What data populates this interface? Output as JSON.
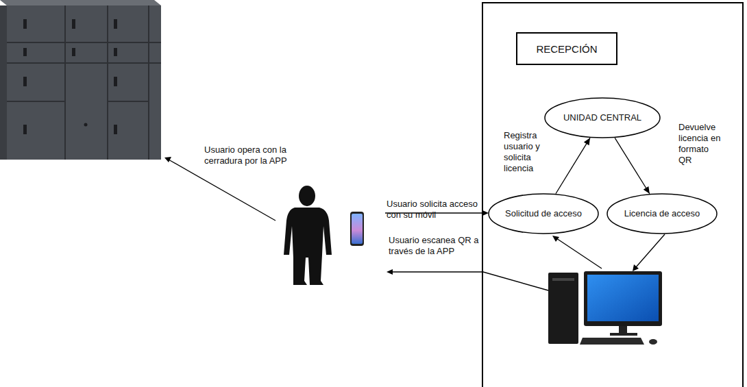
{
  "diagram": {
    "nodes": [
      {
        "text": [
          "RECEPCIÓN"
        ]
      },
      {
        "text": [
          "UNIDAD CENTRAL"
        ],
        "in": 0
      },
      {
        "text": [
          "Solicitud de acceso"
        ],
        "in": 0
      },
      {
        "text": [
          "Licencia de acceso"
        ],
        "in": 0
      }
    ],
    "edges": [
      {
        "from": 2,
        "to": 1,
        "label": "Registra usuario y solicita licencia",
        "arrow": "to"
      },
      {
        "from": 1,
        "to": 3,
        "label": "Devuelve licencia en formato QR",
        "arrow": "to"
      }
    ],
    "labels": [
      "Usuario opera con la cerradura por la APP",
      "Usuario solicita acceso con su móvil",
      "Usuario escanea QR a través de la APP"
    ]
  }
}
